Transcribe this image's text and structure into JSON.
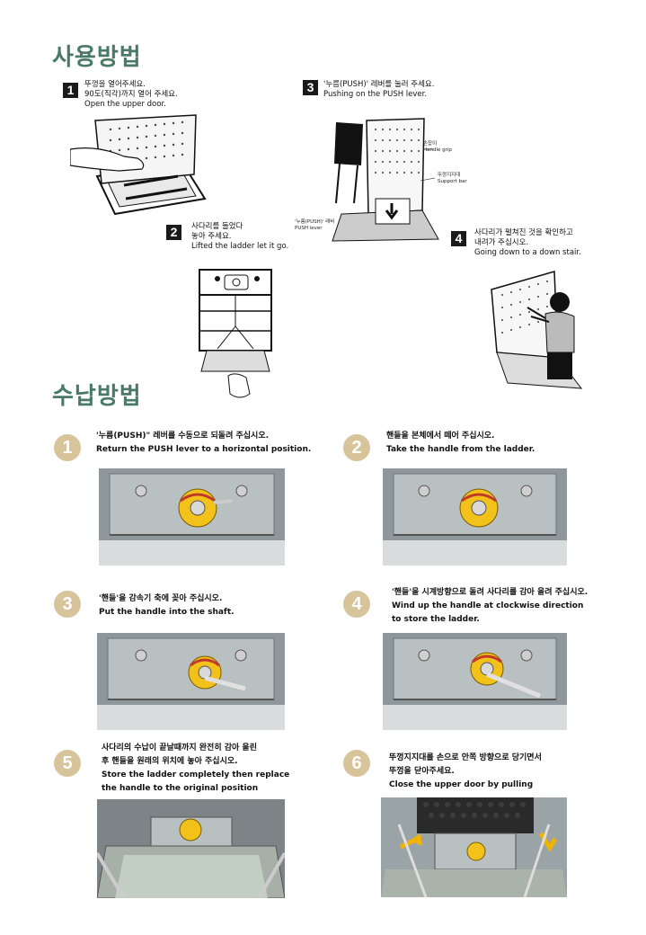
{
  "usage": {
    "title": "사용방법",
    "steps": [
      {
        "num": "1",
        "lines": [
          "뚜껑을 열어주세요.",
          "90도(직각)까지 열어 주세요.",
          "Open the upper door."
        ]
      },
      {
        "num": "2",
        "lines": [
          "사다리를 들었다",
          "놓아 주세요.",
          "Lifted the ladder let it go."
        ]
      },
      {
        "num": "3",
        "lines": [
          "'누름(PUSH)' 레버를 눌러 주세요.",
          "Pushing on the PUSH lever."
        ],
        "callouts": {
          "grip": [
            "손잡이",
            "Handle grip"
          ],
          "support": [
            "뚜껑지지대",
            "Support bar"
          ],
          "lever": [
            "'누름(PUSH)' 레버",
            "PUSH lever"
          ]
        }
      },
      {
        "num": "4",
        "lines": [
          "사다리가 펼쳐진 것을 확인하고",
          "내려가 주십시오.",
          "Going down to a down stair."
        ]
      }
    ]
  },
  "storage": {
    "title": "수납방법",
    "steps": [
      {
        "num": "1",
        "lines": [
          "'누름(PUSH)\" 레버를 수동으로 되돌려 주십시오.",
          "Return the PUSH lever to a horizontal position."
        ]
      },
      {
        "num": "2",
        "lines": [
          "핸들을 본체에서 떼어 주십시오.",
          "Take the handle from the ladder."
        ]
      },
      {
        "num": "3",
        "lines": [
          "'핸들'을 감속기 축에 꽂아 주십시오.",
          "Put the handle into the shaft."
        ]
      },
      {
        "num": "4",
        "lines": [
          "'핸들'을 시계방향으로 돌려 사다리를 감아 올려 주십시오.",
          "Wind up the handle at clockwise direction",
          "to store   the ladder."
        ]
      },
      {
        "num": "5",
        "lines": [
          "사다리의 수납이 끝날때까지 완전히 감아 올린",
          "후 핸들을 원래의 위치에 놓아 주십시오.",
          "Store the ladder completely then replace",
          "the handle to the original position"
        ]
      },
      {
        "num": "6",
        "lines": [
          "뚜껑지지대를 손으로 안쪽 방향으로 당기면서",
          "뚜껑을 닫아주세요.",
          "Close the upper door by pulling"
        ]
      }
    ]
  },
  "colors": {
    "title": "#4a7a67",
    "circle": "#d7c49a",
    "dial": "#f2c21b",
    "arrow": "#f0b400"
  }
}
